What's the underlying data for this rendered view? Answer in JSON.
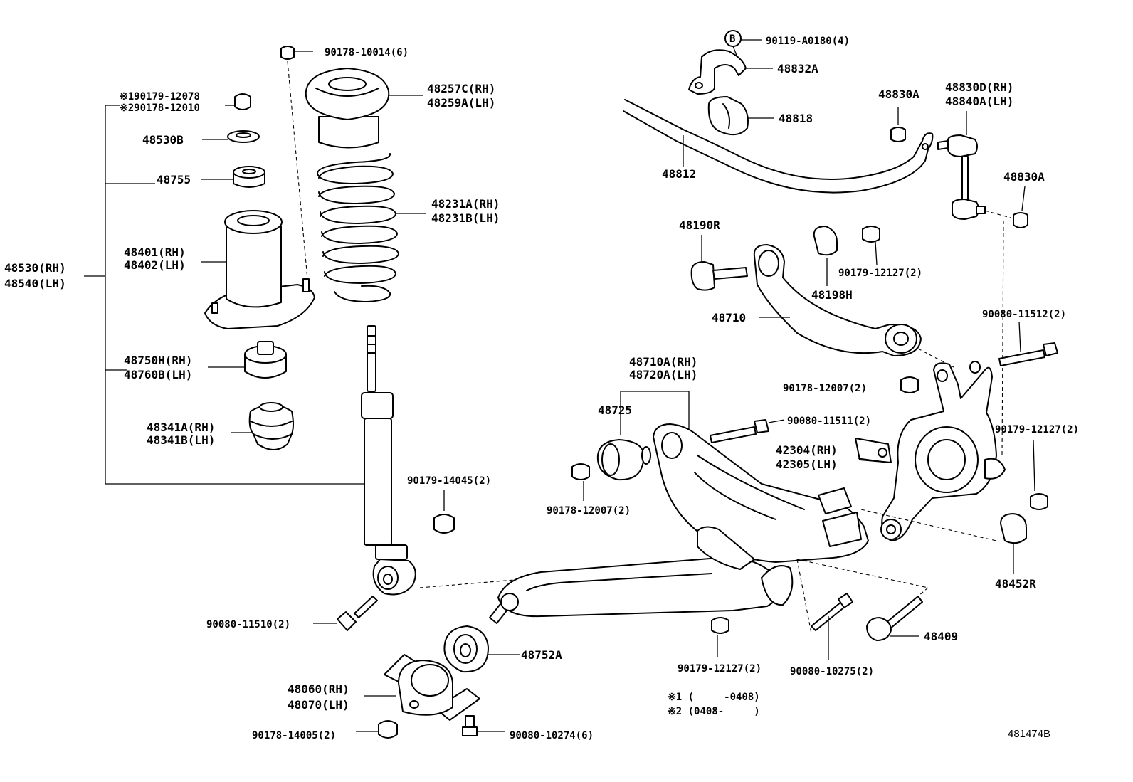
{
  "labels": {
    "l_90178_10014": "90178-10014(6)",
    "l_m190179": "※190179-12078",
    "l_m290178": "※290178-12010",
    "l_48530b": "48530B",
    "l_48755": "48755",
    "l_48257c": "48257C(RH)",
    "l_48259a": "48259A(LH)",
    "l_48231a": "48231A(RH)",
    "l_48231b": "48231B(LH)",
    "l_48530": "48530(RH)",
    "l_48540": "48540(LH)",
    "l_48401": "48401(RH)",
    "l_48402": "48402(LH)",
    "l_48750h": "48750H(RH)",
    "l_48760b": "48760B(LH)",
    "l_48341a": "48341A(RH)",
    "l_48341b": "48341B(LH)",
    "l_90179_14045": "90179-14045(2)",
    "l_90080_11510": "90080-11510(2)",
    "l_48752a": "48752A",
    "l_48060": "48060(RH)",
    "l_48070": "48070(LH)",
    "l_90178_14005": "90178-14005(2)",
    "l_90080_10274": "90080-10274(6)",
    "l_b_circle": "B",
    "l_90119": "90119-A0180(4)",
    "l_48832a": "48832A",
    "l_48818": "48818",
    "l_48812": "48812",
    "l_48830a_1": "48830A",
    "l_48830d": "48830D(RH)",
    "l_48840a": "48840A(LH)",
    "l_48830a_2": "48830A",
    "l_48190r": "48190R",
    "l_90179_12127_a": "90179-12127(2)",
    "l_48198h": "48198H",
    "l_48710": "48710",
    "l_90080_11512": "90080-11512(2)",
    "l_48710a": "48710A(RH)",
    "l_48720a": "48720A(LH)",
    "l_90178_12007_a": "90178-12007(2)",
    "l_48725": "48725",
    "l_90080_11511": "90080-11511(2)",
    "l_42304": "42304(RH)",
    "l_42305": "42305(LH)",
    "l_90179_12127_b": "90179-12127(2)",
    "l_90178_12007_b": "90178-12007(2)",
    "l_48452r": "48452R",
    "l_48409": "48409",
    "l_90179_12127_c": "90179-12127(2)",
    "l_90080_10275": "90080-10275(2)",
    "l_note1": "※1 (     -0408)",
    "l_note2": "※2 (0408-     )",
    "l_code": "481474B"
  }
}
